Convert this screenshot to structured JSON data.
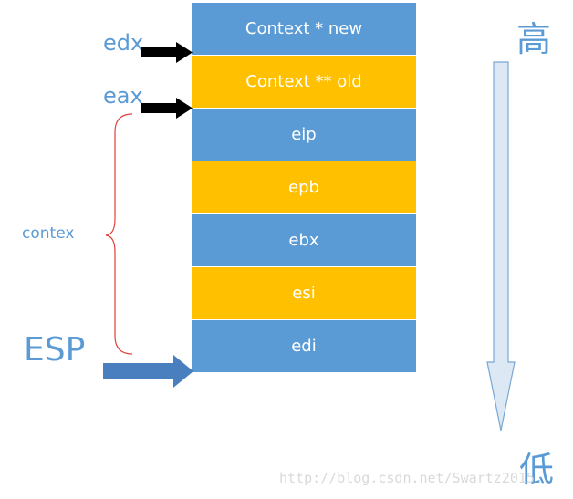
{
  "stack": {
    "cells": [
      {
        "label": "Context * new",
        "color": "#5b9bd5"
      },
      {
        "label": "Context ** old",
        "color": "#ffc000"
      },
      {
        "label": "eip",
        "color": "#5b9bd5"
      },
      {
        "label": "epb",
        "color": "#ffc000"
      },
      {
        "label": "ebx",
        "color": "#5b9bd5"
      },
      {
        "label": "esi",
        "color": "#ffc000"
      },
      {
        "label": "edi",
        "color": "#5b9bd5"
      }
    ]
  },
  "pointers": {
    "edx": "edx",
    "eax": "eax",
    "esp": "ESP"
  },
  "brace_label": "contex",
  "direction": {
    "high": "高",
    "low": "低"
  },
  "watermark": "http://blog.csdn.net/Swartz2015",
  "colors": {
    "blue": "#5b9bd5",
    "yellow": "#ffc000",
    "brace": "#e0403a",
    "arrow_fill": "#dce9f5",
    "arrow_stroke": "#7aa7d4"
  }
}
